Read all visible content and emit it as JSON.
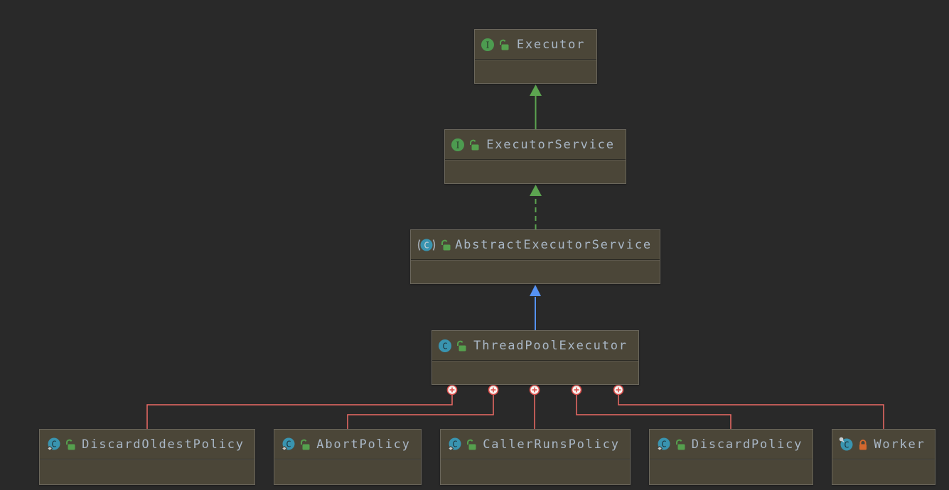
{
  "diagram": {
    "tool": "UML class diagram",
    "background_color": "#292929"
  },
  "icons": {
    "interface_letter": "I",
    "class_letter": "C"
  },
  "nodes": [
    {
      "label": "Executor",
      "kind": "interface",
      "visibility": "public"
    },
    {
      "label": "ExecutorService",
      "kind": "interface",
      "visibility": "public"
    },
    {
      "label": "AbstractExecutorService",
      "kind": "abstract class",
      "visibility": "public"
    },
    {
      "label": "ThreadPoolExecutor",
      "kind": "class",
      "visibility": "public"
    },
    {
      "label": "DiscardOldestPolicy",
      "kind": "static nested class",
      "visibility": "public"
    },
    {
      "label": "AbortPolicy",
      "kind": "static nested class",
      "visibility": "public"
    },
    {
      "label": "CallerRunsPolicy",
      "kind": "static nested class",
      "visibility": "public"
    },
    {
      "label": "DiscardPolicy",
      "kind": "static nested class",
      "visibility": "public"
    },
    {
      "label": "Worker",
      "kind": "final nested class",
      "visibility": "private"
    }
  ],
  "edges": [
    {
      "from": "ExecutorService",
      "to": "Executor",
      "type": "extends",
      "style": "solid green arrow"
    },
    {
      "from": "AbstractExecutorService",
      "to": "ExecutorService",
      "type": "implements",
      "style": "dashed green arrow"
    },
    {
      "from": "ThreadPoolExecutor",
      "to": "AbstractExecutorService",
      "type": "extends",
      "style": "solid blue arrow"
    },
    {
      "from": "ThreadPoolExecutor",
      "to": "DiscardOldestPolicy",
      "type": "inner class",
      "style": "red line with plus anchor"
    },
    {
      "from": "ThreadPoolExecutor",
      "to": "AbortPolicy",
      "type": "inner class",
      "style": "red line with plus anchor"
    },
    {
      "from": "ThreadPoolExecutor",
      "to": "CallerRunsPolicy",
      "type": "inner class",
      "style": "red line with plus anchor"
    },
    {
      "from": "ThreadPoolExecutor",
      "to": "DiscardPolicy",
      "type": "inner class",
      "style": "red line with plus anchor"
    },
    {
      "from": "ThreadPoolExecutor",
      "to": "Worker",
      "type": "inner class",
      "style": "red line with plus anchor"
    }
  ],
  "colors": {
    "node_fill": "#4b4638",
    "node_border": "#6b675c",
    "label_text": "#a9b7c6",
    "interface_icon_green": "#4d9b50",
    "class_icon_teal": "#3994b0",
    "open_lock_green": "#55a04e",
    "closed_lock_orange": "#d4682e",
    "extends_arrow_green": "#5ca450",
    "extends_arrow_blue": "#5592f4",
    "inner_class_edge_red": "#ee6b66"
  }
}
